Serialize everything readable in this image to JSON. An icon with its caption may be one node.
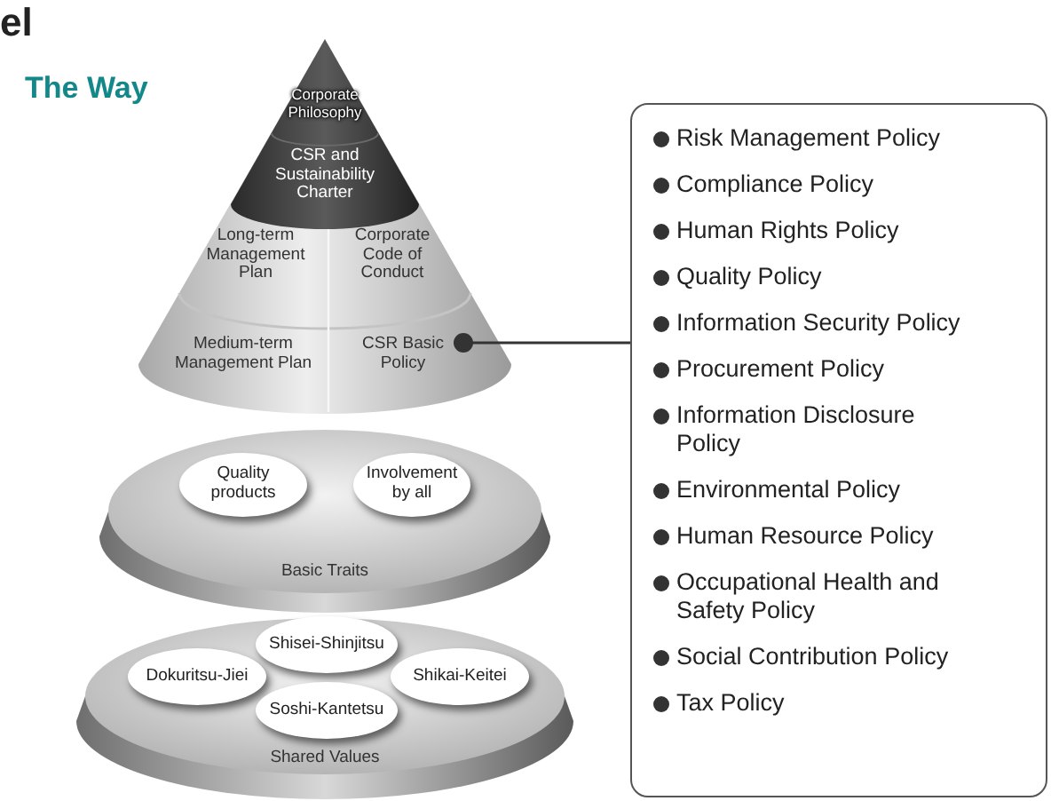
{
  "diagram": {
    "nodes": [
      {
        "text": [
          "Corporate Philosophy"
        ]
      },
      {
        "text": [
          "CSR and Sustainability Charter"
        ]
      },
      {
        "text": [
          "Long-term Management Plan"
        ]
      },
      {
        "text": [
          "Corporate Code of Conduct"
        ]
      },
      {
        "text": [
          "Medium-term Management Plan"
        ]
      },
      {
        "text": [
          "CSR Basic Policy"
        ]
      },
      {
        "text": [
          "Basic Traits"
        ]
      },
      {
        "text": [
          "Quality products"
        ],
        "in": 6
      },
      {
        "text": [
          "Involvement by all"
        ],
        "in": 6
      },
      {
        "text": [
          "Shared Values"
        ]
      },
      {
        "text": [
          "Shisei-Shinjitsu"
        ],
        "in": 9
      },
      {
        "text": [
          "Dokuritsu-Jiei"
        ],
        "in": 9
      },
      {
        "text": [
          "Shikai-Keitei"
        ],
        "in": 9
      },
      {
        "text": [
          "Soshi-Kantetsu"
        ],
        "in": 9
      },
      {
        "text": [
          "Risk Management Policy",
          "Compliance Policy",
          "Human Rights Policy",
          "Quality Policy",
          "Information Security Policy",
          "Procurement Policy",
          "Information Disclosure Policy",
          "Environmental Policy",
          "Human Resource Policy",
          "Occupational Health and Safety Policy",
          "Social Contribution Policy",
          "Tax Policy"
        ]
      }
    ],
    "edges": [
      {
        "from": 5,
        "to": 14,
        "arrow": "other"
      }
    ],
    "labels": [
      "el",
      "The Way"
    ]
  }
}
